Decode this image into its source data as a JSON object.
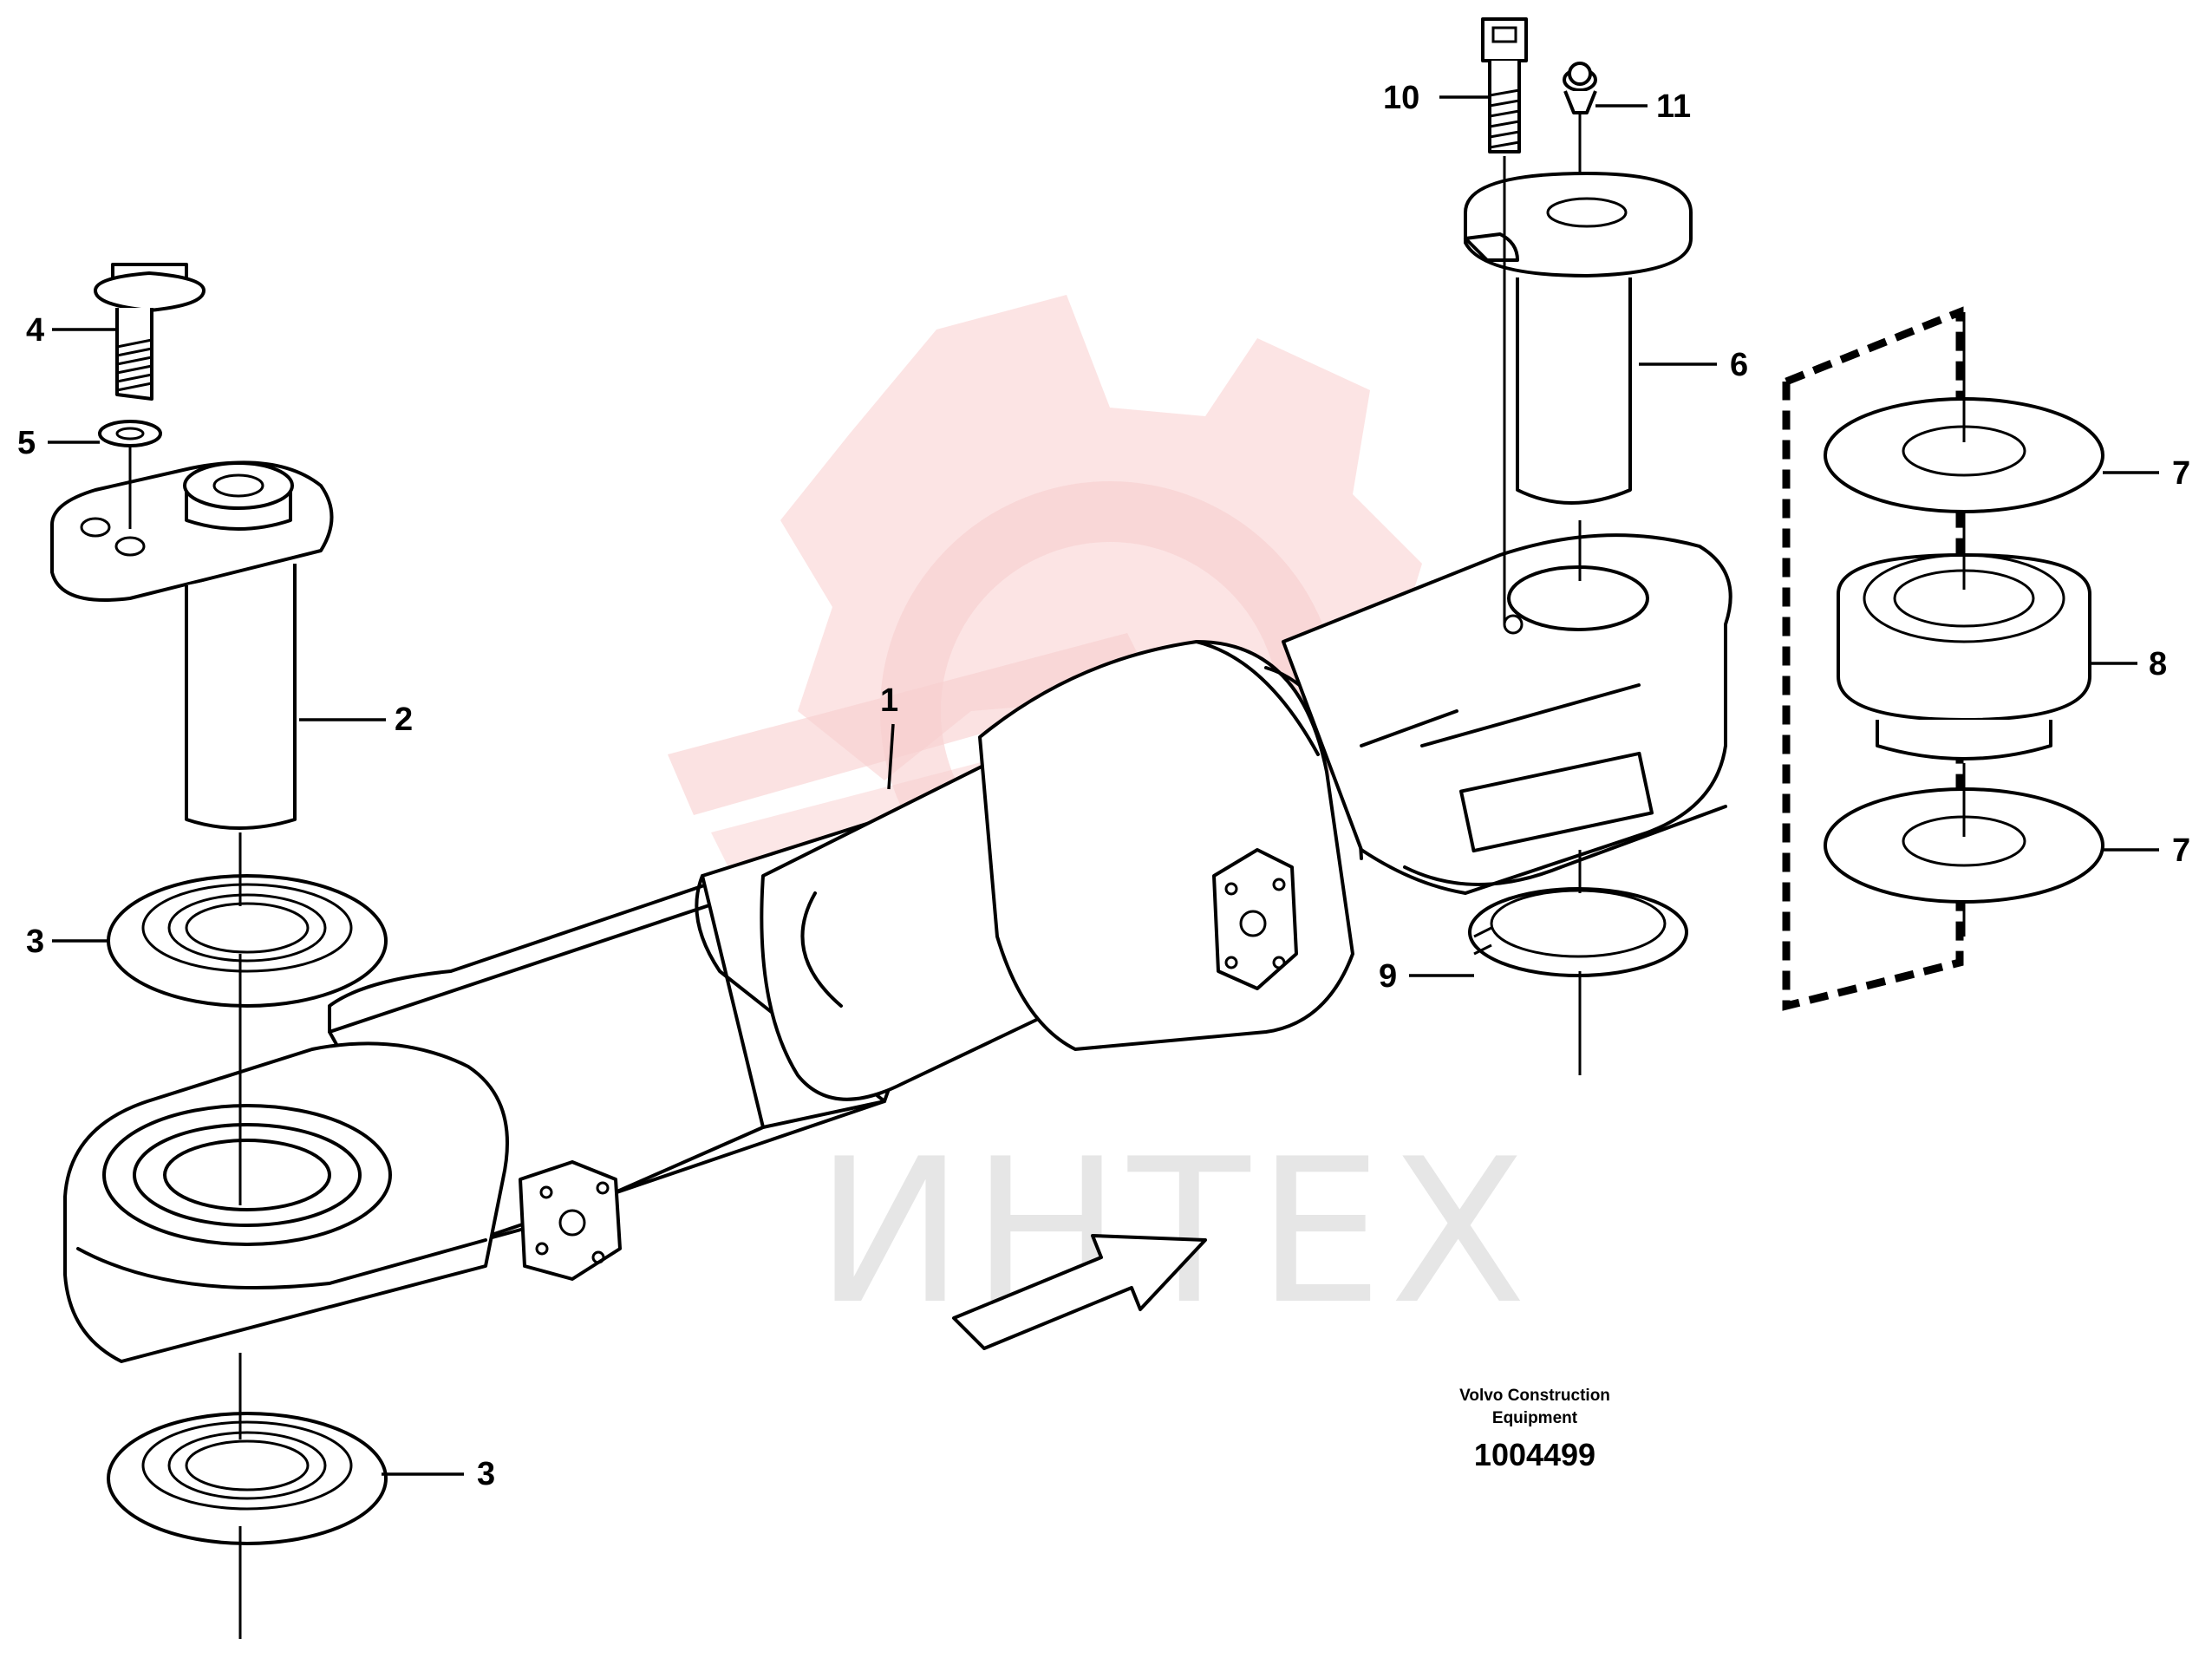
{
  "callouts": [
    "1",
    "2",
    "3",
    "3",
    "4",
    "5",
    "6",
    "7",
    "7",
    "8",
    "9",
    "10",
    "11"
  ],
  "caption": {
    "line1": "Volvo Construction",
    "line2": "Equipment",
    "drawing_number": "1004499"
  },
  "watermark": {
    "text": "ИНТЕХ",
    "logo_color": "#f5c6c6",
    "text_color": "#e6e6e6"
  }
}
